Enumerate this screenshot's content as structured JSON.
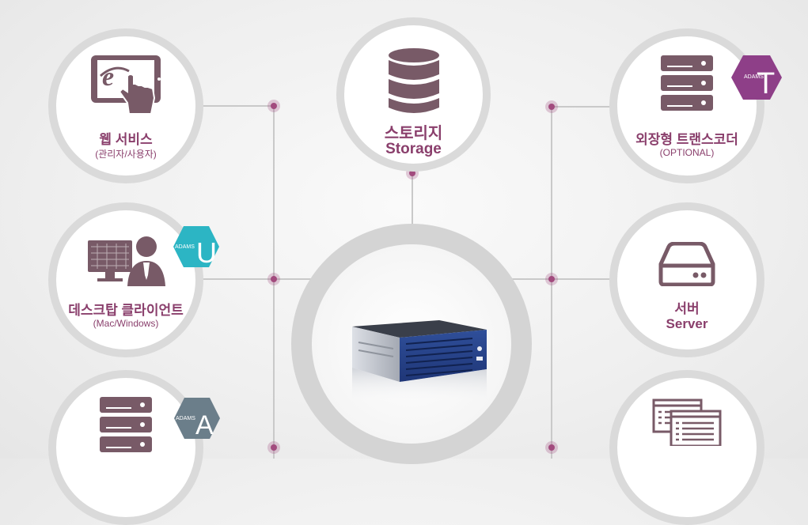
{
  "colors": {
    "accent": "#8a3f6c",
    "icon": "#785a67",
    "ring": "#dadada",
    "connector": "#c9c9c9",
    "badge_purple": "#8e3f88",
    "badge_teal": "#2cb5c4",
    "badge_slate": "#6b7e8a"
  },
  "nodes": {
    "web_service": {
      "title": "웹 서비스",
      "sub": "(관리자/사용자)",
      "icon": "tablet-browser-icon"
    },
    "storage": {
      "title": "스토리지",
      "title2": "Storage",
      "icon": "database-icon"
    },
    "transcoder": {
      "title": "외장형 트랜스코더",
      "sub": "(OPTIONAL)",
      "icon": "server-rack-icon",
      "badge": {
        "brand": "ADAMS",
        "letter": "T"
      }
    },
    "desktop_client": {
      "title": "데스크탑 클라이언트",
      "sub": "(Mac/Windows)",
      "icon": "desktop-user-icon",
      "badge": {
        "brand": "ADAMS",
        "letter": "U"
      }
    },
    "server": {
      "title": "서버",
      "title2": "Server",
      "icon": "hard-drive-icon"
    },
    "bottom_left": {
      "icon": "server-rack-icon",
      "badge": {
        "brand": "ADAMS",
        "letter": "A"
      }
    },
    "bottom_right": {
      "icon": "windows-stack-icon"
    }
  },
  "hub": {
    "icon": "rack-server-appliance-icon"
  }
}
